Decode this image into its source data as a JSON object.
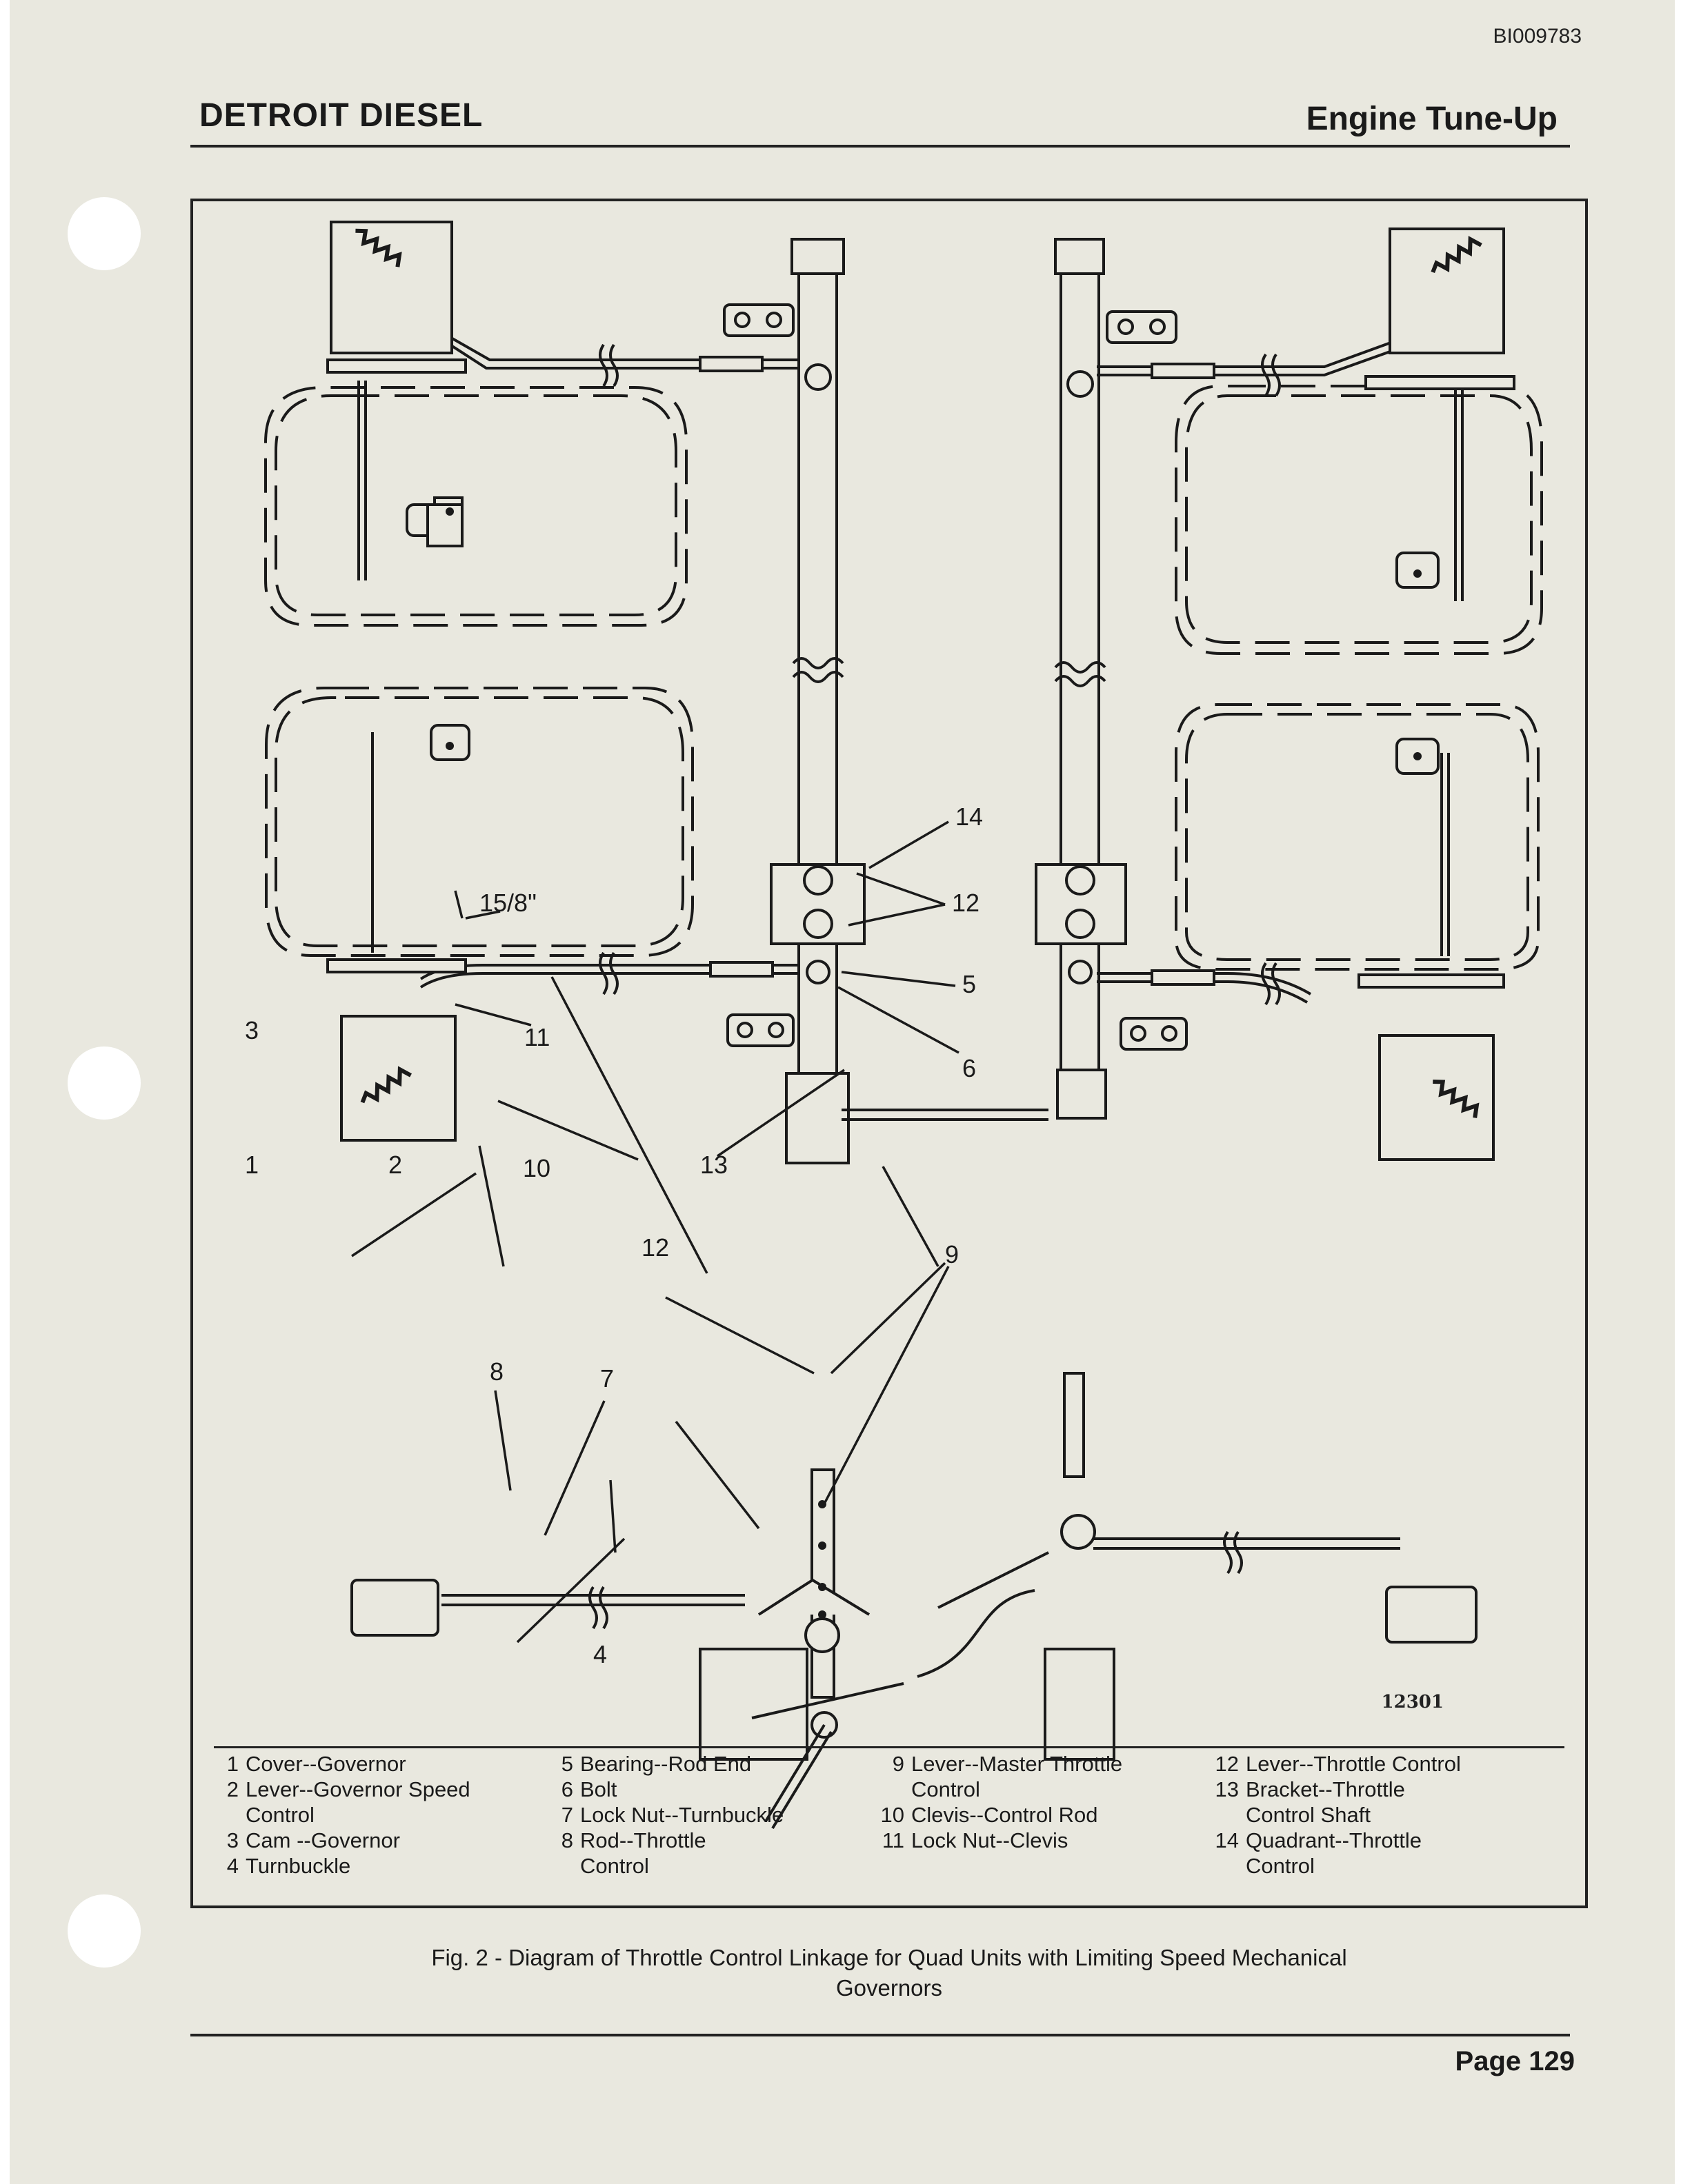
{
  "header": {
    "doc_id": "BI009783",
    "brand": "DETROIT DIESEL",
    "section": "Engine Tune-Up"
  },
  "figure": {
    "diagram_number": "12301",
    "dimension_label": "15/8\"",
    "callouts": [
      "1",
      "2",
      "3",
      "4",
      "5",
      "6",
      "7",
      "8",
      "9",
      "10",
      "11",
      "12",
      "13",
      "14"
    ],
    "legend": [
      {
        "num": "1",
        "text": "Cover--Governor"
      },
      {
        "num": "2",
        "text": "Lever--Governor Speed\nControl"
      },
      {
        "num": "3",
        "text": "Cam --Governor"
      },
      {
        "num": "4",
        "text": "Turnbuckle"
      },
      {
        "num": "5",
        "text": "Bearing--Rod End"
      },
      {
        "num": "6",
        "text": "Bolt"
      },
      {
        "num": "7",
        "text": "Lock Nut--Turnbuckle"
      },
      {
        "num": "8",
        "text": "Rod--Throttle\nControl"
      },
      {
        "num": "9",
        "text": "Lever--Master Throttle\nControl"
      },
      {
        "num": "10",
        "text": "Clevis--Control Rod"
      },
      {
        "num": "11",
        "text": "Lock Nut--Clevis"
      },
      {
        "num": "12",
        "text": "Lever--Throttle Control"
      },
      {
        "num": "13",
        "text": "Bracket--Throttle\nControl Shaft"
      },
      {
        "num": "14",
        "text": "Quadrant--Throttle\nControl"
      }
    ]
  },
  "caption": {
    "line1": "Fig. 2 - Diagram of Throttle Control Linkage for Quad Units with Limiting Speed Mechanical",
    "line2": "Governors"
  },
  "footer": {
    "page": "Page 129"
  }
}
